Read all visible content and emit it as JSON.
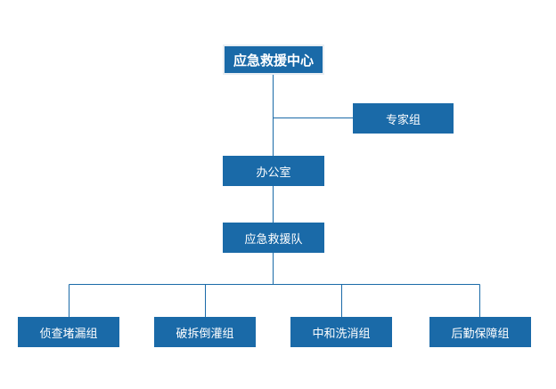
{
  "root": {
    "label": "应急救援中心"
  },
  "expert": {
    "label": "专家组"
  },
  "office": {
    "label": "办公室"
  },
  "team": {
    "label": "应急救援队"
  },
  "subgroups": [
    {
      "label": "侦查堵漏组"
    },
    {
      "label": "破拆倒灌组"
    },
    {
      "label": "中和洗消组"
    },
    {
      "label": "后勤保障组"
    }
  ],
  "colors": {
    "node_fill": "#1a6aa8",
    "connector": "#1a6aa8",
    "text": "#ffffff"
  }
}
